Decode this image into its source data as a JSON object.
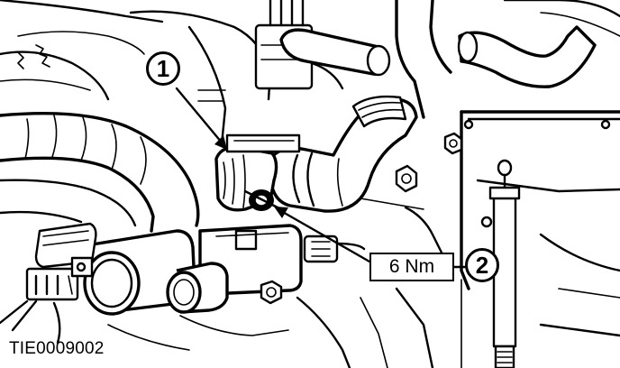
{
  "callouts": [
    {
      "number": "1"
    },
    {
      "number": "2"
    }
  ],
  "torque_label": "6 Nm",
  "figure_id": "TIE0009002",
  "colors": {
    "ink": "#000000",
    "paper": "#ffffff"
  }
}
